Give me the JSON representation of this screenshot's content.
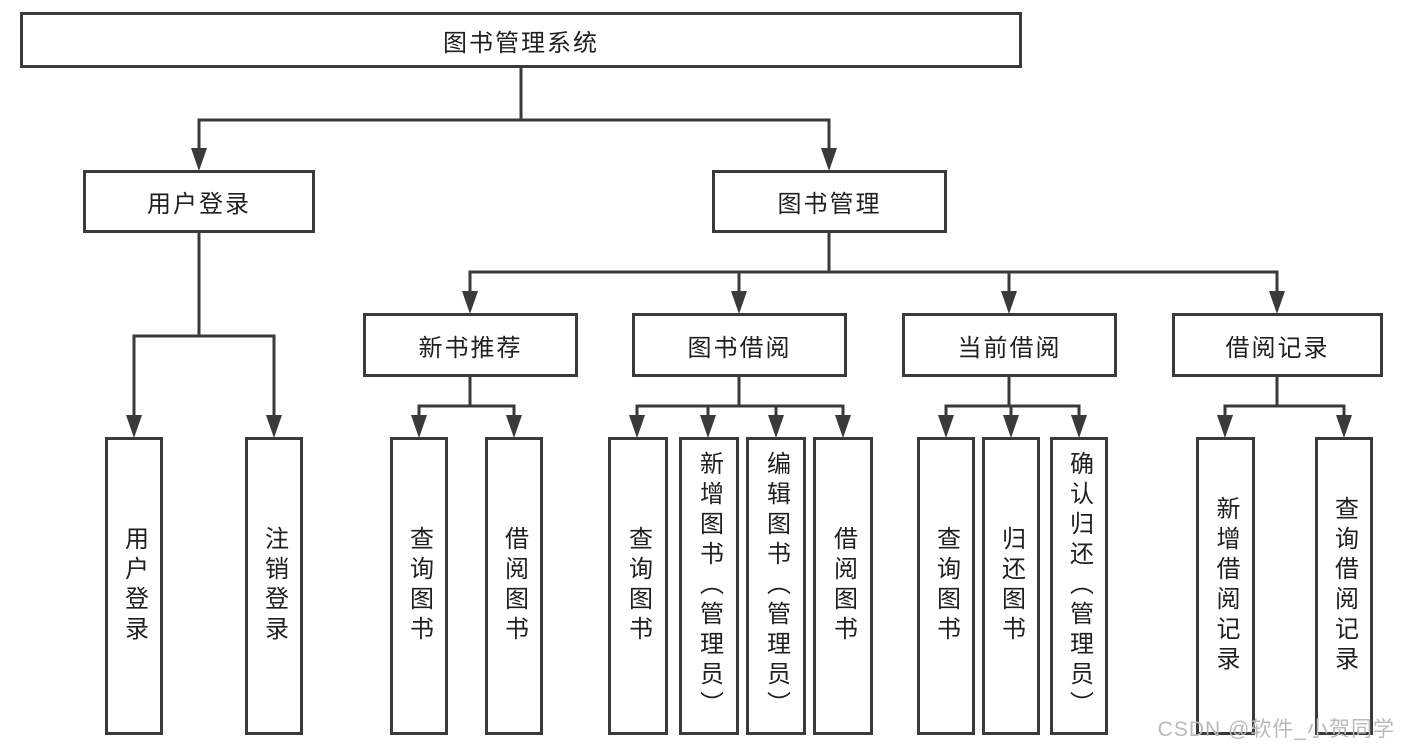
{
  "colors": {
    "line": "#3a3a3a",
    "text": "#1f1f1f",
    "background": "#ffffff",
    "watermark": "#b9b9b9"
  },
  "diagram": {
    "type": "tree",
    "root": {
      "label": "图书管理系统",
      "children": [
        {
          "label": "用户登录",
          "children": [
            {
              "label": "用户登录"
            },
            {
              "label": "注销登录"
            }
          ]
        },
        {
          "label": "图书管理",
          "children": [
            {
              "label": "新书推荐",
              "children": [
                {
                  "label": "查询图书"
                },
                {
                  "label": "借阅图书"
                }
              ]
            },
            {
              "label": "图书借阅",
              "children": [
                {
                  "label": "查询图书"
                },
                {
                  "label": "新增图书（管理员）"
                },
                {
                  "label": "编辑图书（管理员）"
                },
                {
                  "label": "借阅图书"
                }
              ]
            },
            {
              "label": "当前借阅",
              "children": [
                {
                  "label": "查询图书"
                },
                {
                  "label": "归还图书"
                },
                {
                  "label": "确认归还（管理员）"
                }
              ]
            },
            {
              "label": "借阅记录",
              "children": [
                {
                  "label": "新增借阅记录"
                },
                {
                  "label": "查询借阅记录"
                }
              ]
            }
          ]
        }
      ]
    }
  },
  "watermark": {
    "text": "CSDN @软件_小贺同学"
  }
}
